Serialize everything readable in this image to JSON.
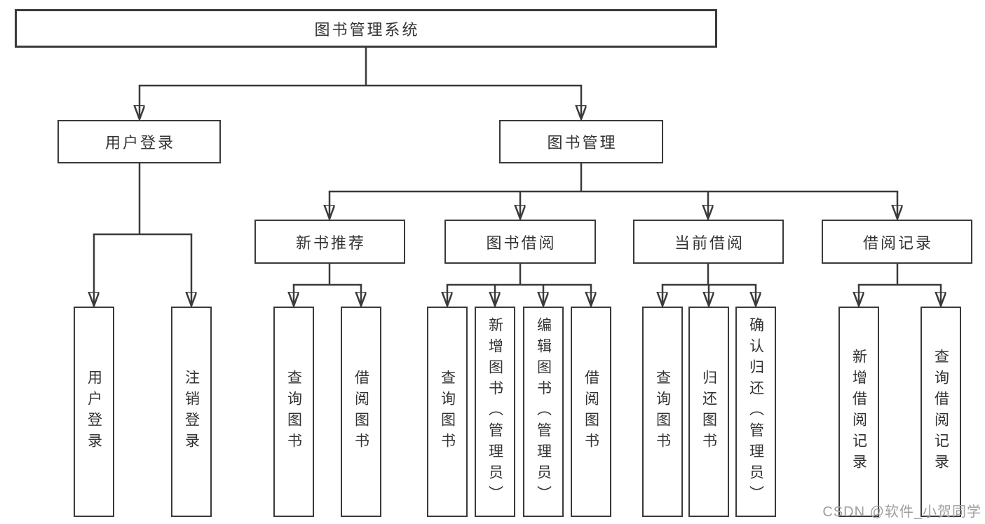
{
  "diagram": {
    "type": "tree-structure-diagram",
    "colors": {
      "line": "#3a3a3a",
      "box_border": "#3a3a3a",
      "text": "#333333",
      "background": "#ffffff",
      "watermark": "#9e9e9e"
    },
    "nodes": {
      "root": {
        "label": "图书管理系统"
      },
      "user_login": {
        "label": "用户登录"
      },
      "book_management": {
        "label": "图书管理"
      },
      "new_book_recommend": {
        "label": "新书推荐"
      },
      "book_borrowing": {
        "label": "图书借阅"
      },
      "current_borrowing": {
        "label": "当前借阅"
      },
      "borrowing_records": {
        "label": "借阅记录"
      },
      "leaf_user_login": {
        "label": "用户登录"
      },
      "leaf_logout": {
        "label": "注销登录"
      },
      "leaf_query_books_a": {
        "label": "查询图书"
      },
      "leaf_borrow_books_a": {
        "label": "借阅图书"
      },
      "leaf_query_books_b": {
        "label": "查询图书"
      },
      "leaf_add_book_admin": {
        "label": "新增图书（管理员）"
      },
      "leaf_edit_book_admin": {
        "label": "编辑图书（管理员）"
      },
      "leaf_borrow_books_b": {
        "label": "借阅图书"
      },
      "leaf_query_books_c": {
        "label": "查询图书"
      },
      "leaf_return_book": {
        "label": "归还图书"
      },
      "leaf_confirm_return_admin": {
        "label": "确认归还（管理员）"
      },
      "leaf_add_borrow_record": {
        "label": "新增借阅记录"
      },
      "leaf_query_borrow_record": {
        "label": "查询借阅记录"
      }
    },
    "edges": [
      {
        "from": "root",
        "to": "user_login"
      },
      {
        "from": "root",
        "to": "book_management"
      },
      {
        "from": "user_login",
        "to": "leaf_user_login"
      },
      {
        "from": "user_login",
        "to": "leaf_logout"
      },
      {
        "from": "book_management",
        "to": "new_book_recommend"
      },
      {
        "from": "book_management",
        "to": "book_borrowing"
      },
      {
        "from": "book_management",
        "to": "current_borrowing"
      },
      {
        "from": "book_management",
        "to": "borrowing_records"
      },
      {
        "from": "new_book_recommend",
        "to": "leaf_query_books_a"
      },
      {
        "from": "new_book_recommend",
        "to": "leaf_borrow_books_a"
      },
      {
        "from": "book_borrowing",
        "to": "leaf_query_books_b"
      },
      {
        "from": "book_borrowing",
        "to": "leaf_add_book_admin"
      },
      {
        "from": "book_borrowing",
        "to": "leaf_edit_book_admin"
      },
      {
        "from": "book_borrowing",
        "to": "leaf_borrow_books_b"
      },
      {
        "from": "current_borrowing",
        "to": "leaf_query_books_c"
      },
      {
        "from": "current_borrowing",
        "to": "leaf_return_book"
      },
      {
        "from": "current_borrowing",
        "to": "leaf_confirm_return_admin"
      },
      {
        "from": "borrowing_records",
        "to": "leaf_add_borrow_record"
      },
      {
        "from": "borrowing_records",
        "to": "leaf_query_borrow_record"
      }
    ],
    "watermark": "CSDN @软件_小贺同学"
  }
}
